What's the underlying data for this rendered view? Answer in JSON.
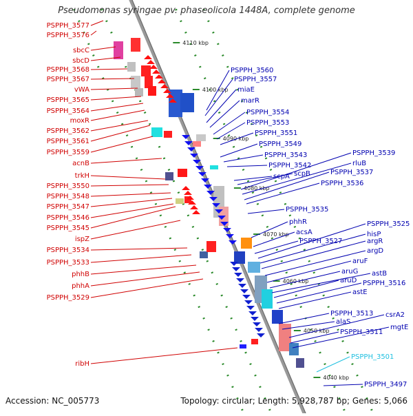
{
  "title": "Pseudomonas syringae pv. phaseolicola 1448A, complete genome",
  "accession": "Accession: NC_005773",
  "topology": "Topology: circular; Length: 5,928,787 bp; Genes: 5,066",
  "ruler": [
    {
      "label": "4110 kbp"
    },
    {
      "label": "4100 kbp"
    },
    {
      "label": "4090 kbp"
    },
    {
      "label": "4080 kbp"
    },
    {
      "label": "4070 kbp"
    },
    {
      "label": "4060 kbp"
    },
    {
      "label": "4050 kbp"
    },
    {
      "label": "4040 kbp"
    }
  ],
  "left_genes": [
    "PSPPH_3577",
    "PSPPH_3576",
    "sbcC",
    "sbcD",
    "PSPPH_3568",
    "PSPPH_3567",
    "vWA",
    "PSPPH_3565",
    "PSPPH_3564",
    "moxR",
    "PSPPH_3562",
    "PSPPH_3561",
    "PSPPH_3559",
    "acnB",
    "trkH",
    "PSPPH_3550",
    "PSPPH_3548",
    "PSPPH_3547",
    "PSPPH_3546",
    "PSPPH_3545",
    "ispZ",
    "PSPPH_3534",
    "PSPPH_3533",
    "phhB",
    "phhA",
    "PSPPH_3529",
    "ribH"
  ],
  "right_genes": [
    "PSPPH_3560",
    "PSPPH_3557",
    "miaE",
    "marR",
    "PSPPH_3554",
    "PSPPH_3553",
    "PSPPH_3551",
    "PSPPH_3549",
    "PSPPH_3543",
    "PSPPH_3542",
    "scpA",
    "scpB",
    "PSPPH_3539",
    "rluB",
    "PSPPH_3537",
    "PSPPH_3536",
    "PSPPH_3535",
    "phhR",
    "acsA",
    "PSPPH_3527",
    "PSPPH_3525",
    "hisP",
    "argR",
    "argD",
    "aruF",
    "aruG",
    "astB",
    "aruD",
    "PSPPH_3516",
    "astE",
    "PSPPH_3513",
    "alaS",
    "csrA2",
    "PSPPH_3511",
    "mgtE",
    "PSPPH_3501",
    "PSPPH_3497"
  ],
  "colors": {
    "left_label": "#d00000",
    "right_label": "#0000b0",
    "cyan_label": "#20c0e0",
    "backbone": "#888888",
    "ruler": "#228822"
  }
}
